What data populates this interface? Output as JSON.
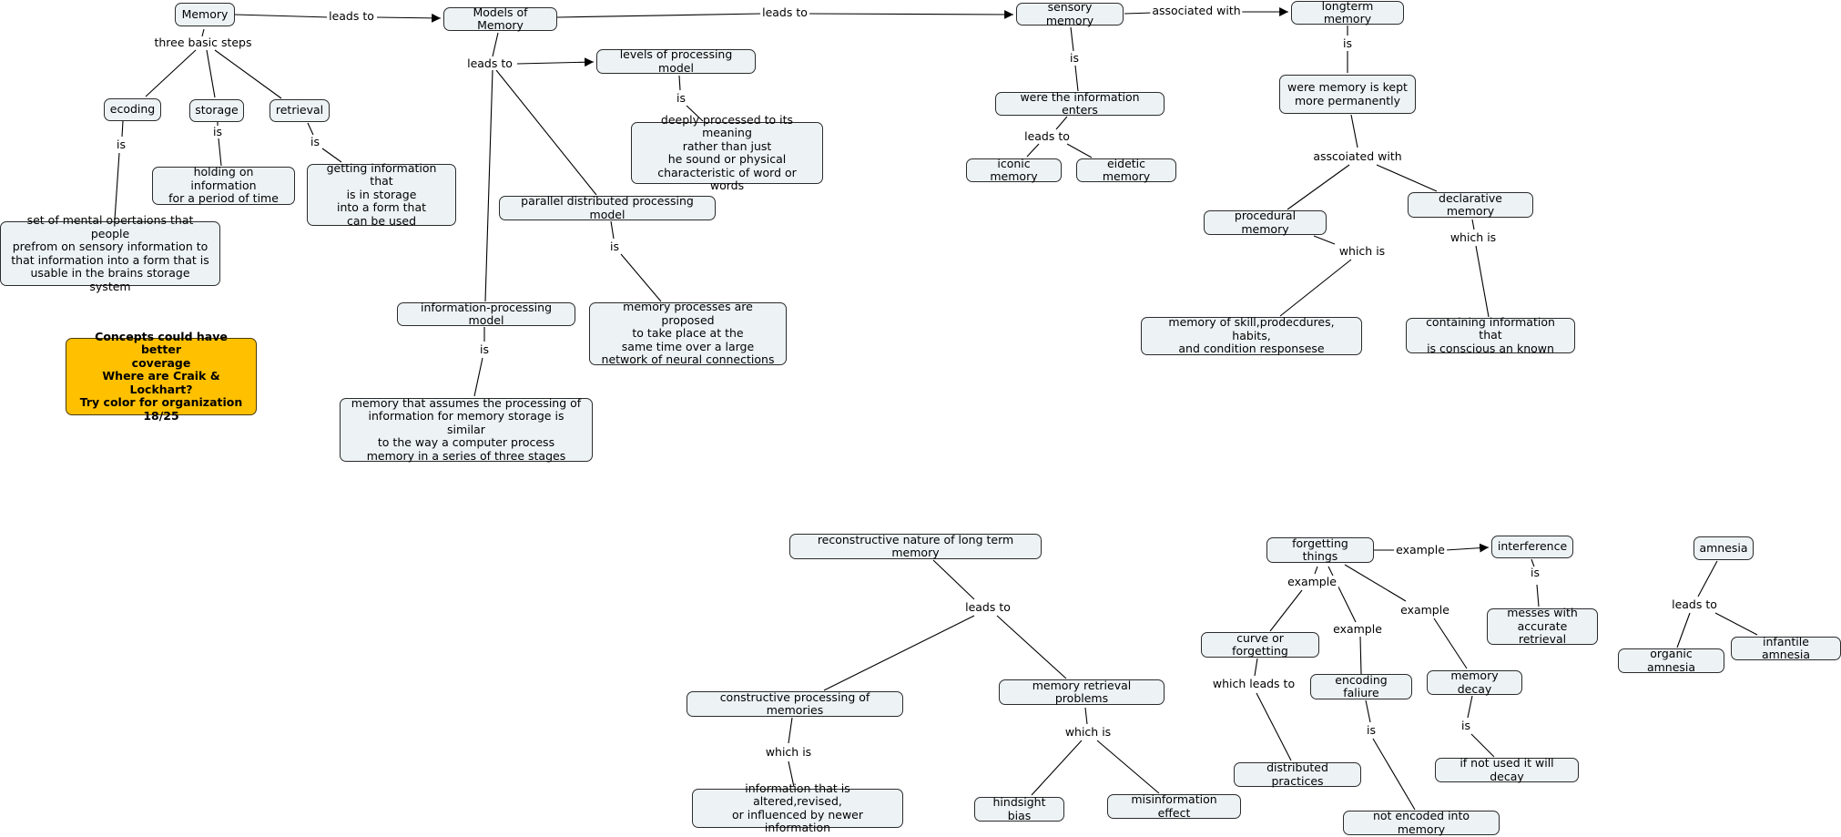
{
  "nodes": {
    "memory": "Memory",
    "models_of_memory": "Models of Memory",
    "sensory_memory": "sensory memory",
    "longterm_memory": "longterm memory",
    "ecoding": "ecoding",
    "storage": "storage",
    "retrieval": "retrieval",
    "holding": "holding on information\nfor a period of time",
    "getting": "getting information that\nis in storage\ninto a form that\ncan be used",
    "set_of_mental": "set of mental opertaions that people\nprefrom on sensory information to\nthat information into a form that is\nusable in the brains storage system",
    "levels_processing": "levels of processing model",
    "deeply_processed": "deeply processed to its meaning\nrather than just\nhe sound or physical\ncharacteristic of word or words",
    "parallel_distributed": "parallel distributed processing model",
    "memory_processes": "memory processes are proposed\nto take place at the\nsame time over a large\nnetwork of neural connections",
    "information_processing": "information-processing model",
    "memory_assumes": "memory that assumes the processing of\ninformation for memory storage is similar\nto the way a computer process\nmemory in a series of three stages",
    "were_information": "were the information enters",
    "iconic": "iconic memory",
    "eidetic": "eidetic memory",
    "were_kept": "were memory is kept\nmore permanently",
    "procedural": "procedural memory",
    "declarative": "declarative memory",
    "skill": "memory of skill,prodecdures, habits,\nand condition responsese",
    "conscious": "containing information that\nis conscious an known",
    "note": "Concepts could have better\ncoverage\nWhere are Craik & Lockhart?\nTry color for organization\n18/25",
    "reconstructive": "reconstructive nature of long term memory",
    "constructive": "constructive processing of memories",
    "altered": "information that is altered,revised,\nor influenced by newer information",
    "retrieval_problems": "memory retrieval problems",
    "hindsight": "hindsight bias",
    "misinformation": "misinformation effect",
    "forgetting": "forgetting things",
    "interference": "interference",
    "messes": "messes with\naccurate retrieval",
    "curve": "curve or forgetting",
    "distributed": "distributed practices",
    "encoding_failure": "encoding faliure",
    "not_encoded": "not encoded into memory",
    "decay": "memory decay",
    "not_used": "if not used it will decay",
    "amnesia": "amnesia",
    "organic": "organic amnesia",
    "infantile": "infantile amnesia"
  },
  "labels": {
    "leads_to_1": "leads to",
    "leads_to_2": "leads to",
    "associated_with": "associated with",
    "three_basic_steps": "three basic steps",
    "is_ecoding": "is",
    "is_storage": "is",
    "is_retrieval": "is",
    "leads_to_models": "leads to",
    "is_levels": "is",
    "is_parallel": "is",
    "is_infoproc": "is",
    "is_sensory": "is",
    "leads_to_sensory": "leads to",
    "is_longterm": "is",
    "asscoiated_with": "asscoiated with",
    "which_is_proc": "which is",
    "which_is_decl": "which is",
    "leads_to_recon": "leads to",
    "which_is_constr": "which is",
    "which_is_retr": "which is",
    "example_interf": "example",
    "is_interf": "is",
    "example_curve": "example",
    "example_encoding": "example",
    "example_decay": "example",
    "which_leads_to": "which leads to",
    "is_encoding": "is",
    "is_decay": "is",
    "leads_to_amnesia": "leads to"
  }
}
